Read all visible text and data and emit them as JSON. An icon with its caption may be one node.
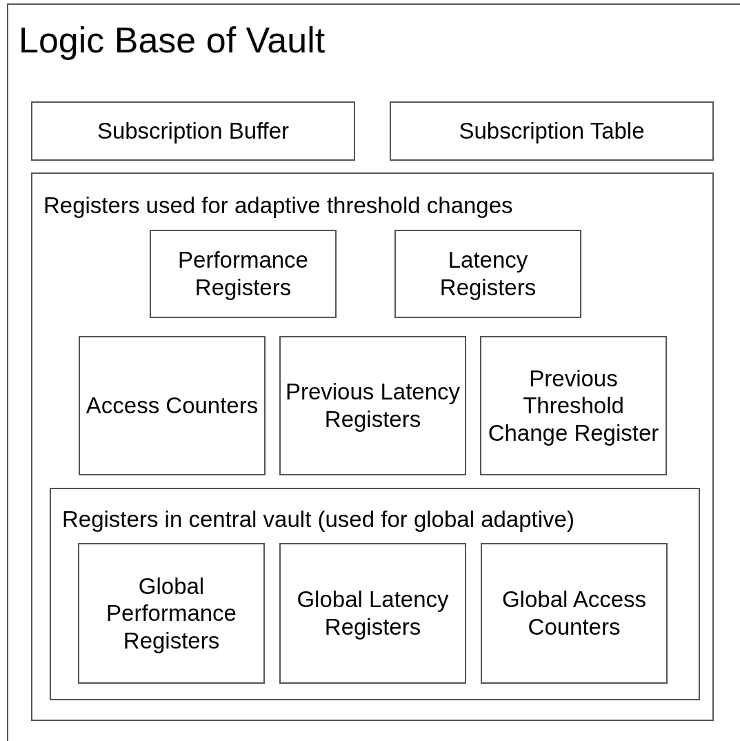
{
  "diagram": {
    "nodes": [
      {
        "text": [
          "Logic Base of Vault"
        ]
      },
      {
        "text": [
          "Subscription Buffer"
        ],
        "in": 0
      },
      {
        "text": [
          "Subscription Table"
        ],
        "in": 0
      },
      {
        "text": [
          "Registers used for adaptive threshold changes"
        ],
        "in": 0
      },
      {
        "text": [
          "Performance Registers"
        ],
        "in": 3
      },
      {
        "text": [
          "Latency Registers"
        ],
        "in": 3
      },
      {
        "text": [
          "Access Counters"
        ],
        "in": 3
      },
      {
        "text": [
          "Previous Latency Registers"
        ],
        "in": 3
      },
      {
        "text": [
          "Previous Threshold Change Register"
        ],
        "in": 3
      },
      {
        "text": [
          "Registers in central vault (used for global adaptive)"
        ],
        "in": 3
      },
      {
        "text": [
          "Global Performance Registers"
        ],
        "in": 9
      },
      {
        "text": [
          "Global Latency Registers"
        ],
        "in": 9
      },
      {
        "text": [
          "Global Access Counters"
        ],
        "in": 9
      }
    ]
  }
}
